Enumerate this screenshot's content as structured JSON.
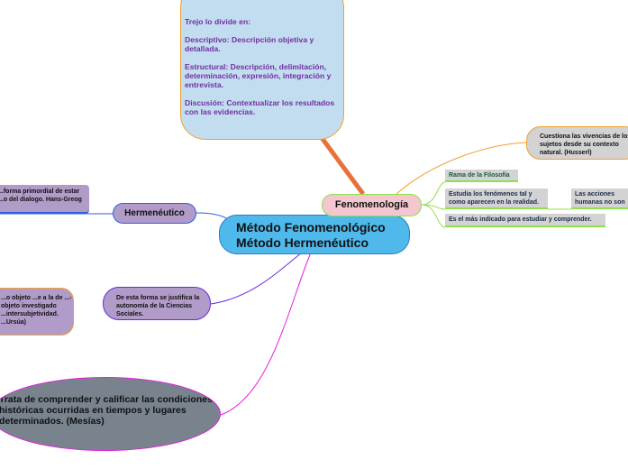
{
  "central": {
    "line1": "Método Fenomenológico",
    "line2": "Método   Hermenéutico"
  },
  "callout": {
    "p1": "Trejo lo divide en:",
    "p2": "Descriptivo: Descripción objetiva y detallada.",
    "p3": "Estructural: Descripción, delimitación, determinación, expresión, integración y entrevista.",
    "p4": "Discusión: Contextualizar los resultados con las evidencias."
  },
  "fenomenologia": {
    "label": "Fenomenología",
    "cuestiona": "Cuestiona las vivencias de los sujetos desde su contexto natural. (Husserl)",
    "rama": "Rama de la Filosofía",
    "estudia": "Estudia los fenómenos tal y como aparecen en la realidad.",
    "acciones": "Las acciones humanas no son simples hechos",
    "es_el_mas": "Es el más indicado para estudiar y comprender."
  },
  "hermeneutico": {
    "label": "Hermenéutico",
    "child": "...forma primordial de estar ...o del dialogo. Hans-Greog"
  },
  "justifica": "De esta forma se justifica la autonomía de la Ciencias Sociales.",
  "left_box": "...o objeto ...e a la de ...-objeto investigado ...intersubjetividad. ...Ursúa)",
  "ellipse": "Trata de comprender y calificar las condiciones históricas ocurridas en tiempos y lugares determinados. (Mesías)",
  "colors": {
    "central": "#4fb9ec",
    "purple": "#b19bc8",
    "pink": "#f4c6d0",
    "callout": "#c3ddf0",
    "gray": "#78838d"
  }
}
